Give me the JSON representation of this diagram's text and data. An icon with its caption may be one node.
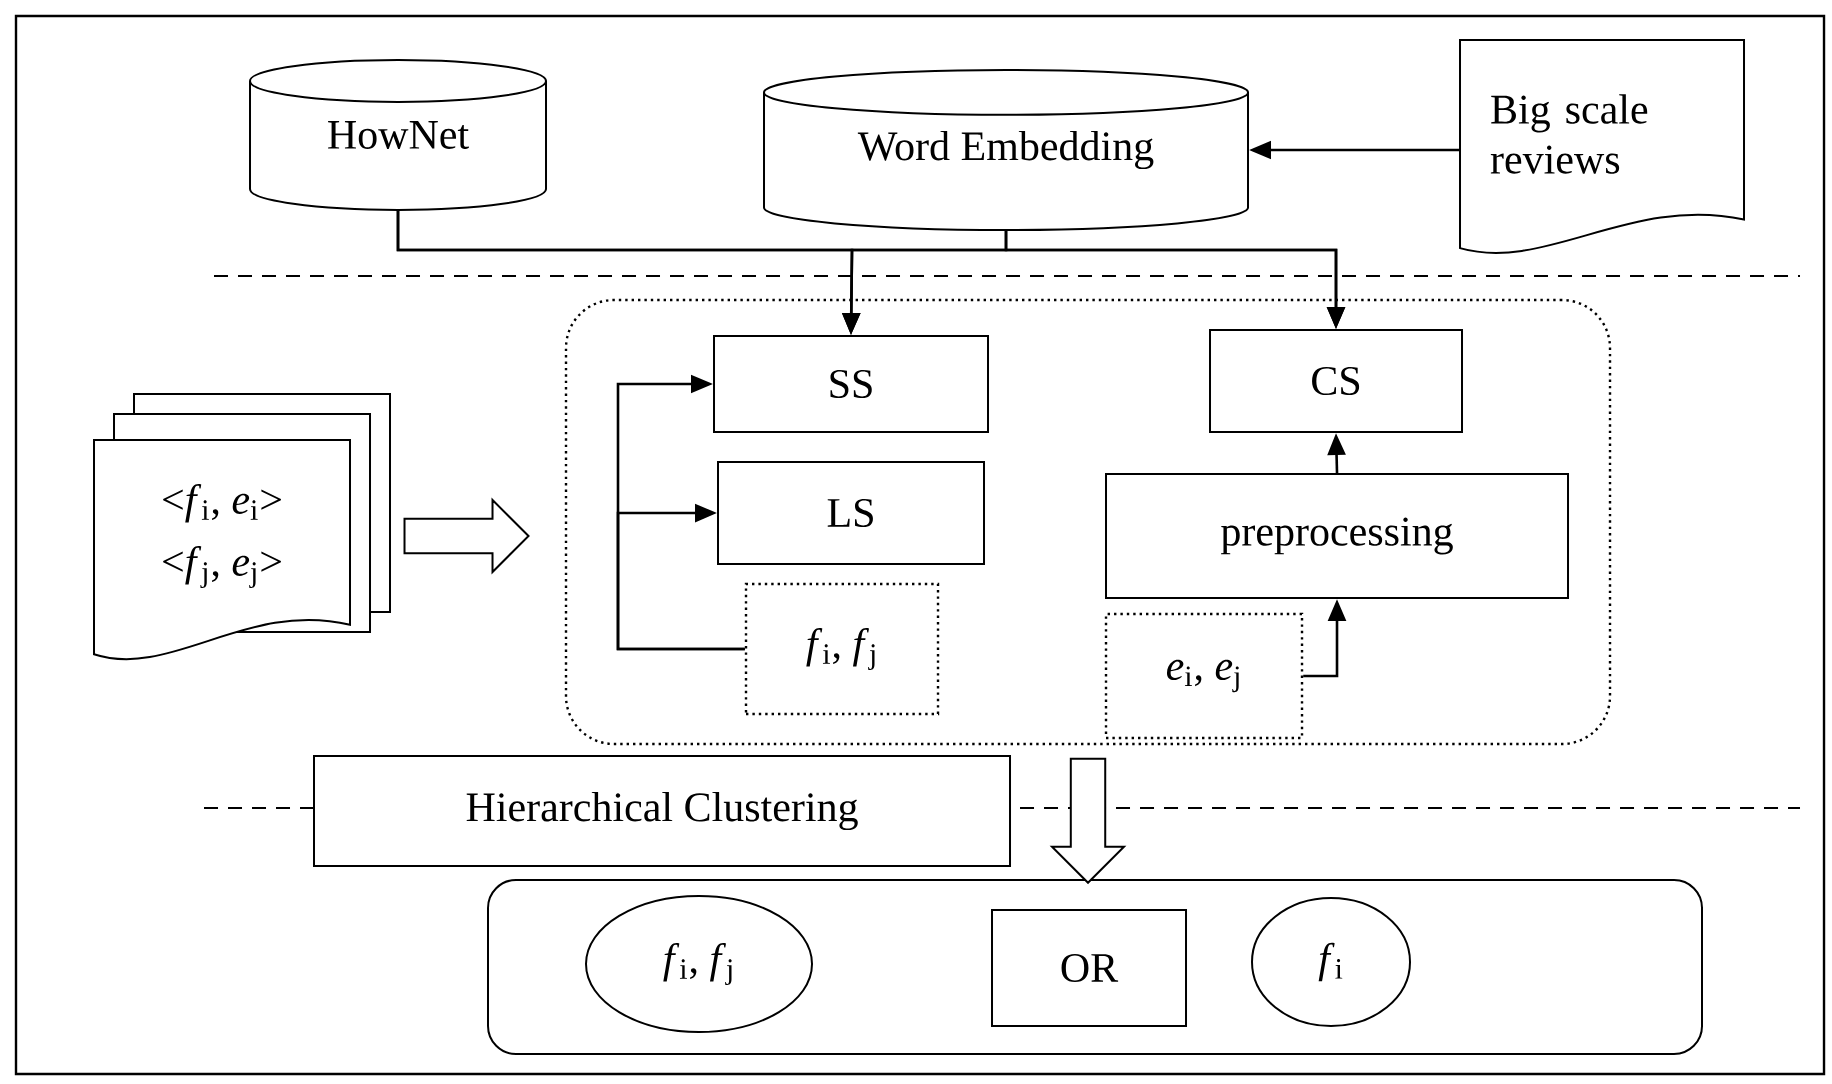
{
  "diagram": {
    "nodes": [
      {
        "text": [
          "HowNet"
        ]
      },
      {
        "text": [
          "Word Embedding"
        ]
      },
      {
        "text": [
          "Big scale reviews"
        ]
      },
      {
        "text": [
          "<*f*$_{i}$, *e*$_{i}$>",
          "<*f*$_{j}$, *e*$_{j}$>"
        ]
      },
      {
        "text": [],
        "shape": "box"
      },
      {
        "text": [
          "SS"
        ],
        "in": 4
      },
      {
        "text": [
          "LS"
        ],
        "in": 4
      },
      {
        "text": [
          "*f*$_{i}$, *f*$_{j}$"
        ],
        "in": 4
      },
      {
        "text": [
          "CS"
        ],
        "in": 4
      },
      {
        "text": [
          "preprocessing"
        ],
        "in": 4
      },
      {
        "text": [
          "*e*$_{i}$, *e*$_{j}$"
        ],
        "in": 4
      },
      {
        "text": [
          "Hierarchical Clustering"
        ]
      },
      {
        "text": [],
        "shape": "box"
      },
      {
        "text": [
          "*f*$_{i}$, *f*$_{j}$"
        ],
        "in": 12
      },
      {
        "text": [
          "OR"
        ],
        "in": 12
      },
      {
        "text": [
          "*f*$_{i}$"
        ],
        "in": 12
      }
    ],
    "edges": [
      {
        "from": 0,
        "to": 5,
        "arrow": "to"
      },
      {
        "from": 0,
        "to": 8,
        "arrow": "to"
      },
      {
        "from": 1,
        "to": 5,
        "arrow": "to"
      },
      {
        "from": 1,
        "to": 8,
        "arrow": "to"
      },
      {
        "from": 2,
        "to": 1,
        "arrow": "to"
      },
      {
        "from": 3,
        "to": 4,
        "arrow": "to"
      },
      {
        "from": 7,
        "to": 5,
        "arrow": "to"
      },
      {
        "from": 7,
        "to": 6,
        "arrow": "to"
      },
      {
        "from": 10,
        "to": 9,
        "arrow": "to"
      },
      {
        "from": 9,
        "to": 8,
        "arrow": "to"
      },
      {
        "from": 4,
        "to": 12,
        "arrow": "to"
      }
    ]
  }
}
